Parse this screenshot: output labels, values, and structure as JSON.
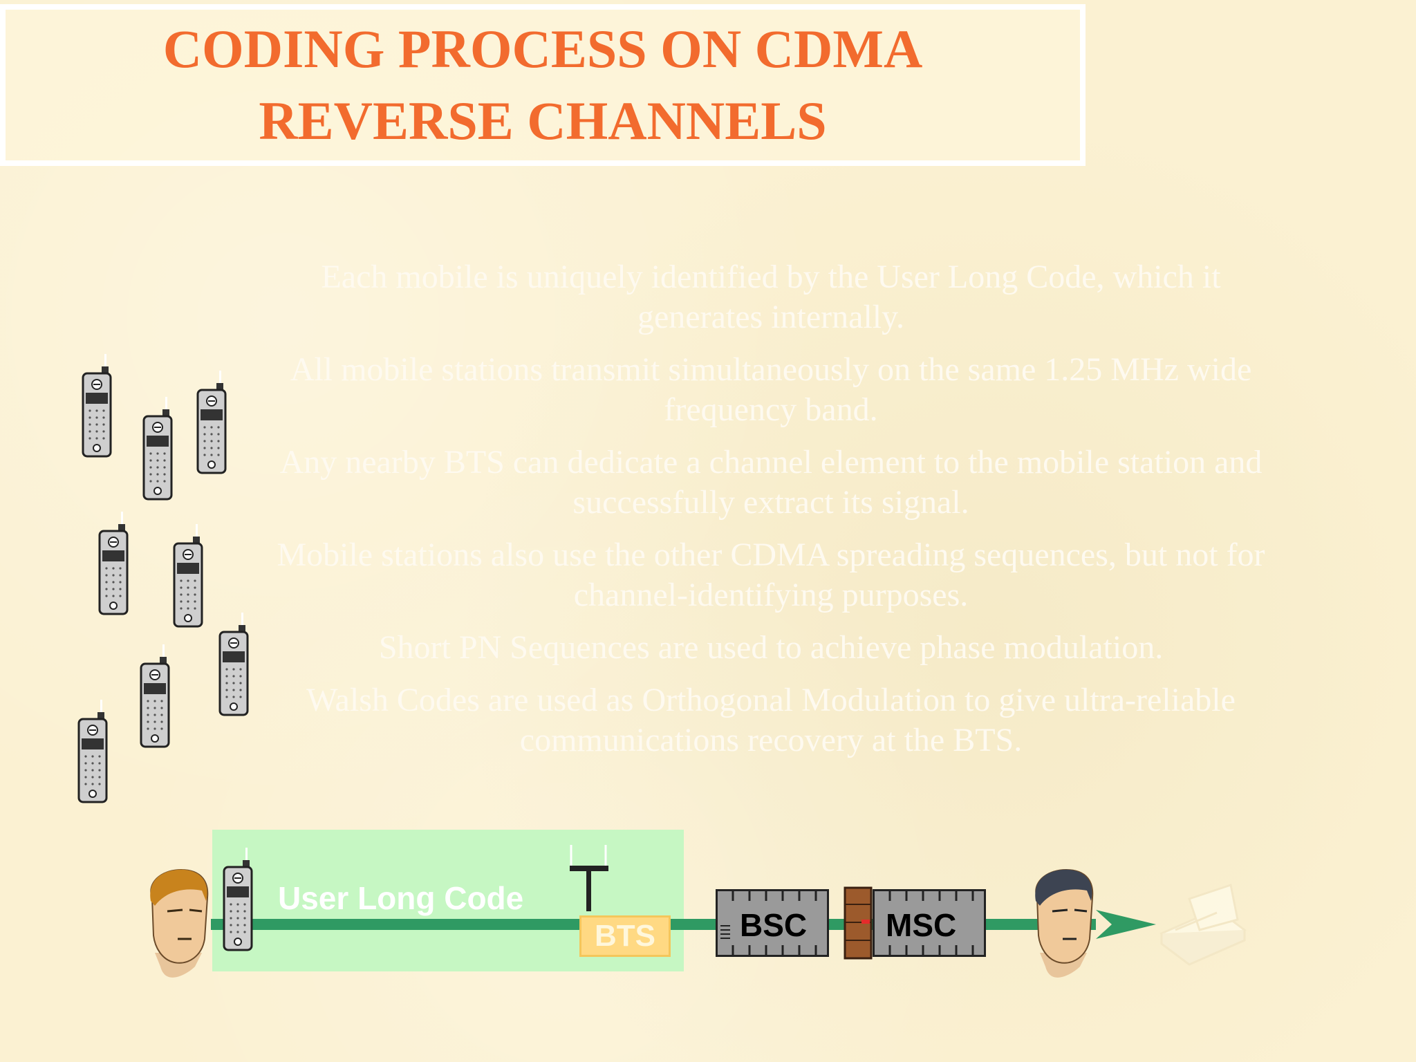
{
  "title": {
    "line1": "CODING PROCESS ON CDMA",
    "line2": "REVERSE CHANNELS"
  },
  "bullets": [
    "Each mobile is uniquely identified by the User Long Code, which it generates internally.",
    "All mobile stations transmit simultaneously on the same 1.25 MHz wide frequency band.",
    "Any nearby BTS can dedicate a channel element to the mobile station and successfully extract its signal.",
    "Mobile stations also use the other CDMA spreading sequences, but not for channel-identifying purposes.",
    "Short PN Sequences are used to achieve phase modulation.",
    "Walsh Codes are used as Orthogonal Modulation to give ultra-reliable communications recovery at the BTS."
  ],
  "diagram": {
    "long_code_label": "User Long Code",
    "bts_label": "BTS",
    "bsc_label": "BSC",
    "msc_label": "MSC"
  },
  "colors": {
    "title": "#f26b2e",
    "link_line": "#2f9a63",
    "long_code_zone": "#c6f7c3",
    "bts_box": "#ffd983"
  },
  "icons": [
    "mobile-phone-icon",
    "person-icon",
    "antenna-icon",
    "switch-rack-icon",
    "fax-icon",
    "arrow-icon"
  ]
}
